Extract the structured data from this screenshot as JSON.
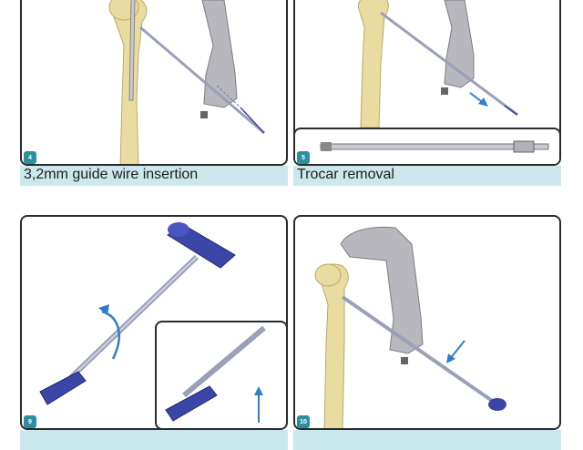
{
  "steps": [
    {
      "number": "4",
      "caption": "3,2mm guide wire insertion"
    },
    {
      "number": "5",
      "caption": "Trocar removal"
    },
    {
      "number": "9",
      "caption": ""
    },
    {
      "number": "10",
      "caption": ""
    }
  ],
  "colors": {
    "accent": "#2c8fa0",
    "caption_bg": "#cbe8ec",
    "bone": "#e8dca0",
    "handle": "#3a46a8",
    "arrow": "#2f7fc8"
  }
}
